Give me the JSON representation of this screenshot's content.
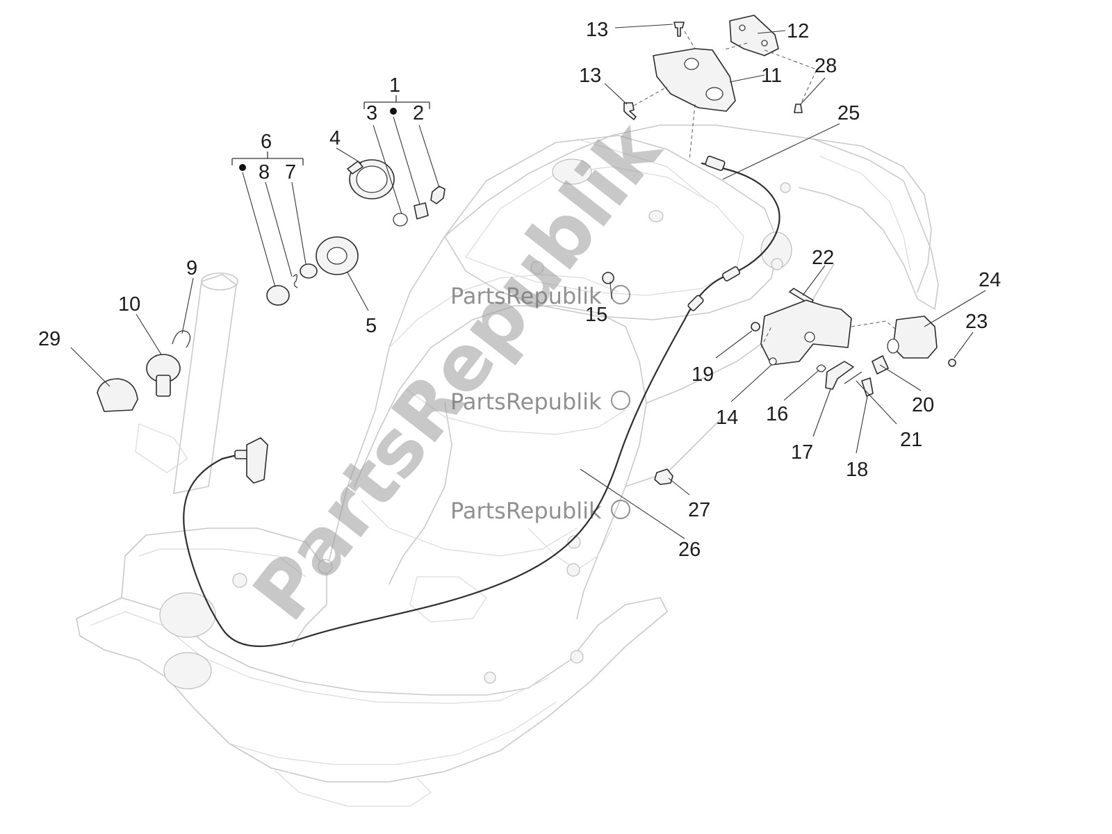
{
  "watermark": {
    "large": "PartsRepublik",
    "small": [
      "PartsRepublik",
      "PartsRepublik",
      "PartsRepublik"
    ]
  },
  "callouts": [
    {
      "id": 1,
      "text": "1"
    },
    {
      "id": 2,
      "text": "2"
    },
    {
      "id": 3,
      "text": "3"
    },
    {
      "id": 4,
      "text": "4"
    },
    {
      "id": 5,
      "text": "5"
    },
    {
      "id": 6,
      "text": "6"
    },
    {
      "id": 7,
      "text": "7"
    },
    {
      "id": 8,
      "text": "8"
    },
    {
      "id": 9,
      "text": "9"
    },
    {
      "id": 10,
      "text": "10"
    },
    {
      "id": 11,
      "text": "11"
    },
    {
      "id": 12,
      "text": "12"
    },
    {
      "id": 13,
      "text": "13"
    },
    {
      "id": 14,
      "text": "13"
    },
    {
      "id": 15,
      "text": "14"
    },
    {
      "id": 16,
      "text": "15"
    },
    {
      "id": 17,
      "text": "16"
    },
    {
      "id": 18,
      "text": "17"
    },
    {
      "id": 19,
      "text": "18"
    },
    {
      "id": 20,
      "text": "19"
    },
    {
      "id": 21,
      "text": "20"
    },
    {
      "id": 22,
      "text": "21"
    },
    {
      "id": 23,
      "text": "22"
    },
    {
      "id": 24,
      "text": "23"
    },
    {
      "id": 25,
      "text": "24"
    },
    {
      "id": 26,
      "text": "25"
    },
    {
      "id": 27,
      "text": "26"
    },
    {
      "id": 28,
      "text": "27"
    },
    {
      "id": 29,
      "text": "28"
    },
    {
      "id": 30,
      "text": "29"
    }
  ]
}
